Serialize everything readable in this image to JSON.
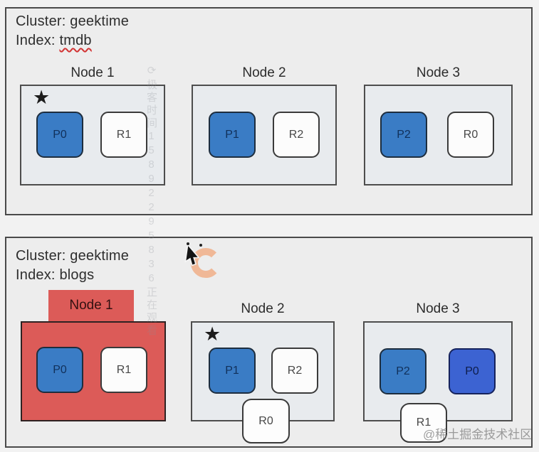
{
  "clusters": [
    {
      "title": "Cluster: geektime",
      "index_prefix": "Index:",
      "index_name": "tmdb",
      "nodes": [
        {
          "name": "Node 1",
          "master": true,
          "failed": false,
          "shards": [
            {
              "label": "P0",
              "type": "primary"
            },
            {
              "label": "R1",
              "type": "replica"
            }
          ]
        },
        {
          "name": "Node 2",
          "master": false,
          "failed": false,
          "shards": [
            {
              "label": "P1",
              "type": "primary"
            },
            {
              "label": "R2",
              "type": "replica"
            }
          ]
        },
        {
          "name": "Node 3",
          "master": false,
          "failed": false,
          "shards": [
            {
              "label": "P2",
              "type": "primary"
            },
            {
              "label": "R0",
              "type": "replica"
            }
          ]
        }
      ]
    },
    {
      "title": "Cluster: geektime",
      "index_prefix": "Index:",
      "index_name": "blogs",
      "nodes": [
        {
          "name": "Node 1",
          "master": false,
          "failed": true,
          "shards": [
            {
              "label": "P0",
              "type": "primary"
            },
            {
              "label": "R1",
              "type": "replica"
            }
          ]
        },
        {
          "name": "Node 2",
          "master": true,
          "failed": false,
          "shards": [
            {
              "label": "P1",
              "type": "primary"
            },
            {
              "label": "R2",
              "type": "replica"
            }
          ],
          "relocating_shard": {
            "label": "R0",
            "type": "replica"
          }
        },
        {
          "name": "Node 3",
          "master": false,
          "failed": false,
          "shards": [
            {
              "label": "P2",
              "type": "primary"
            },
            {
              "label": "P0",
              "type": "primary"
            }
          ],
          "relocating_shard": {
            "label": "R1",
            "type": "replica"
          }
        }
      ]
    }
  ],
  "icons": {
    "master_star": "★",
    "cursor": "pointer-arrow-with-loading-spinner"
  },
  "watermarks": {
    "vertical": "⟳极客时间15892295836正在观看",
    "corner": "@稀土掘金技术社区"
  },
  "colors": {
    "primary_shard": "#3a7cc5",
    "primary_shard_alt": "#3c63d2",
    "replica_shard": "#fcfcfc",
    "node_background": "#e8ebee",
    "failed_node": "#dc5b58",
    "spinner": "#f0b18d",
    "squiggle": "#d23434"
  }
}
